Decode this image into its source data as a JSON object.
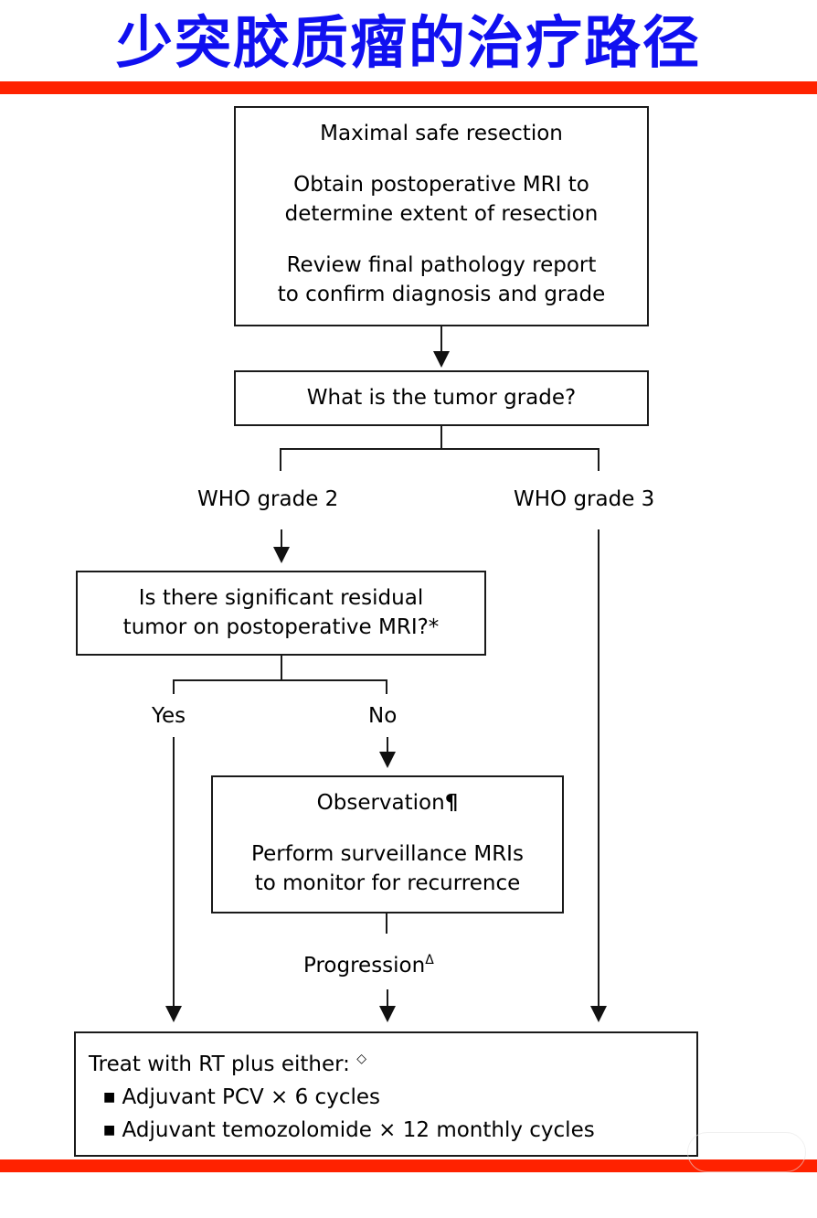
{
  "title": "少突胶质瘤的治疗路径",
  "colors": {
    "title": "#1010f0",
    "rule": "#ff2200",
    "line": "#1a1a1a"
  },
  "boxes": {
    "resection": {
      "line1": "Maximal safe resection",
      "line2": "Obtain postoperative MRI to",
      "line3": "determine extent of resection",
      "line4": "Review final pathology report",
      "line5": "to confirm diagnosis and grade"
    },
    "grade_question": "What is the tumor grade?",
    "residual_question": {
      "line1": "Is there significant residual",
      "line2": "tumor on postoperative MRI?*"
    },
    "observation": {
      "title": "Observation",
      "title_mark": "¶",
      "line1": "Perform surveillance MRIs",
      "line2": "to monitor for recurrence"
    },
    "treatment": {
      "heading": "Treat with RT plus either:",
      "heading_mark": "◇",
      "bullet_char": "■",
      "items": [
        "Adjuvant PCV × 6 cycles",
        "Adjuvant temozolomide × 12 monthly cycles"
      ]
    }
  },
  "labels": {
    "who_grade_2": "WHO grade 2",
    "who_grade_3": "WHO grade 3",
    "yes": "Yes",
    "no": "No",
    "progression": "Progression",
    "progression_mark": "Δ"
  }
}
